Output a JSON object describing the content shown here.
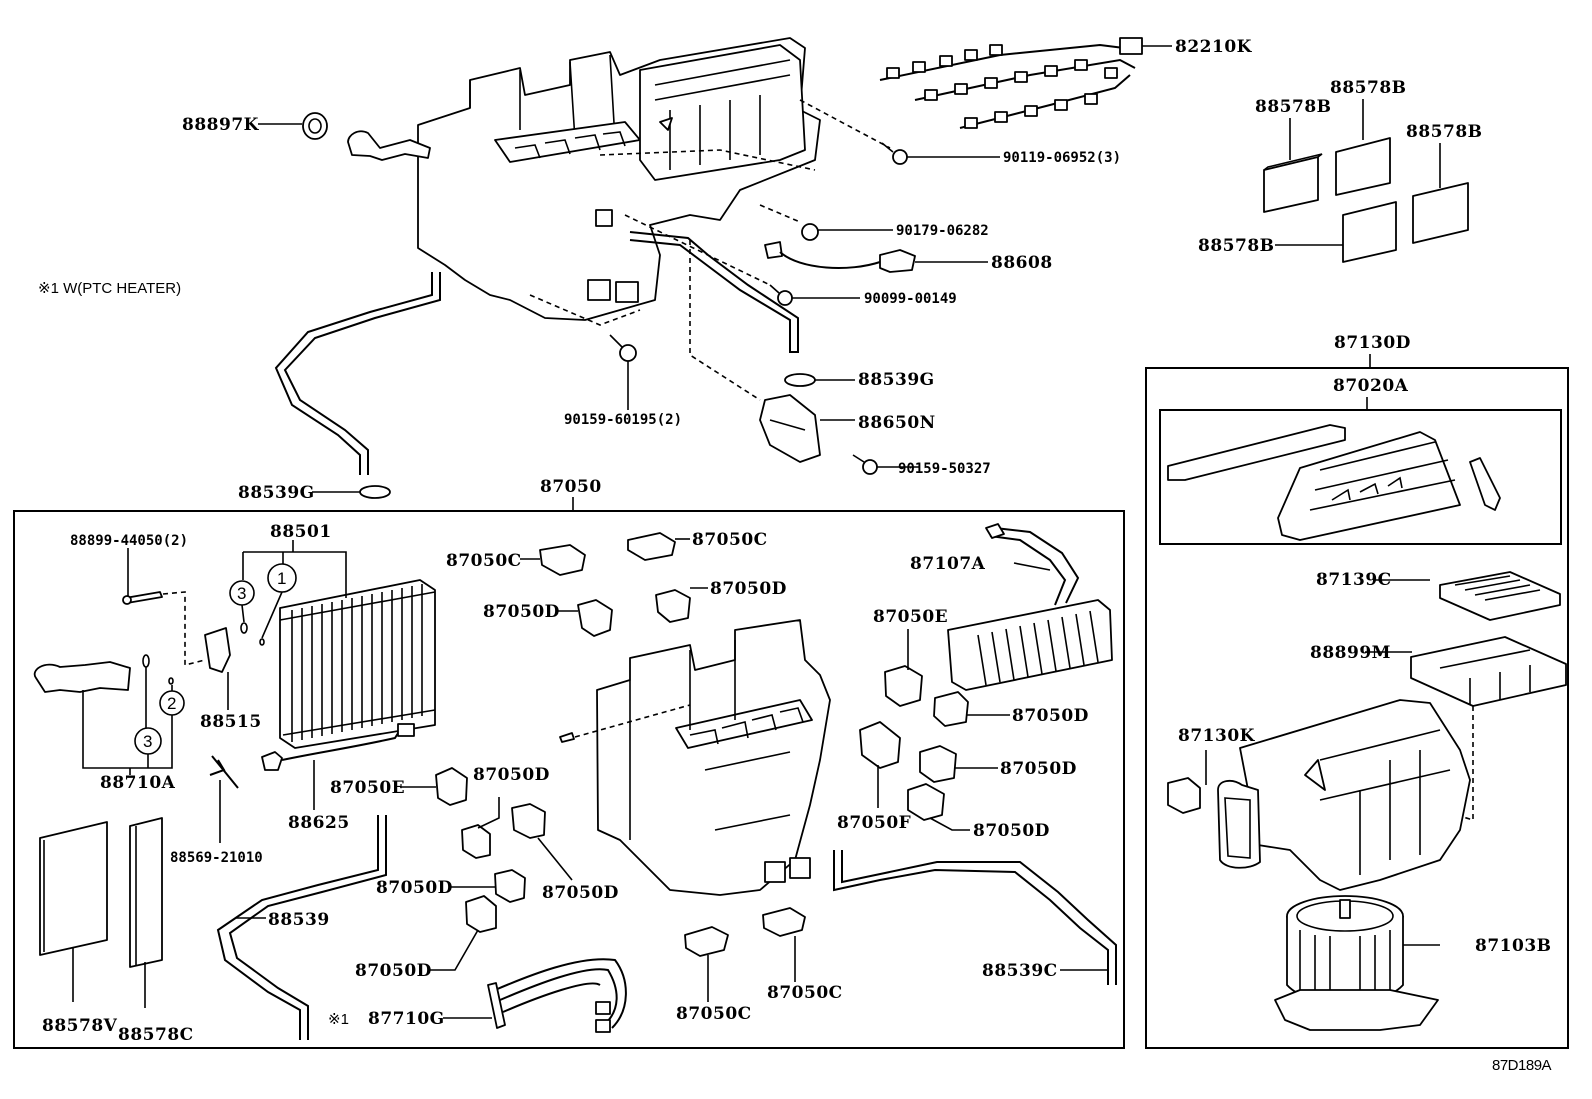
{
  "diagram": {
    "title_code": "87D189A",
    "note": "※1 W(PTC HEATER)",
    "groups": {
      "unit_assembly": "87050",
      "blower_assembly": "87130D",
      "blower_case": "87020A"
    },
    "labels": {
      "p88897K": "88897K",
      "p82210K": "82210K",
      "p90119": "90119-06952(3)",
      "p90179": "90179-06282",
      "p88608": "88608",
      "p90099": "90099-00149",
      "p88539G_top": "88539G",
      "p88650N": "88650N",
      "p90159_60195": "90159-60195(2)",
      "p90159_50327": "90159-50327",
      "p88539G_left": "88539G",
      "p88578B_1": "88578B",
      "p88578B_2": "88578B",
      "p88578B_3": "88578B",
      "p88578B_4": "88578B",
      "p88899_44050": "88899-44050(2)",
      "p88501": "88501",
      "p88515": "88515",
      "p88710A": "88710A",
      "p88625": "88625",
      "p88569": "88569-21010",
      "p88578V": "88578V",
      "p88578C": "88578C",
      "p88539": "88539",
      "p87710G": "87710G",
      "p87710G_mark": "※1",
      "p87050C_1": "87050C",
      "p87050C_2": "87050C",
      "p87050C_3": "87050C",
      "p87050C_4": "87050C",
      "p87050D_1": "87050D",
      "p87050D_2": "87050D",
      "p87050D_3": "87050D",
      "p87050D_4": "87050D",
      "p87050D_5": "87050D",
      "p87050D_6": "87050D",
      "p87050D_7": "87050D",
      "p87050D_8": "87050D",
      "p87050D_9": "87050D",
      "p87050E_1": "87050E",
      "p87050E_2": "87050E",
      "p87050F": "87050F",
      "p87107A": "87107A",
      "p88539C": "88539C",
      "p87139C": "87139C",
      "p88899M": "88899M",
      "p87130K": "87130K",
      "p87103B": "87103B"
    },
    "callouts": {
      "c1": "1",
      "c2": "2",
      "c3a": "3",
      "c3b": "3"
    }
  }
}
